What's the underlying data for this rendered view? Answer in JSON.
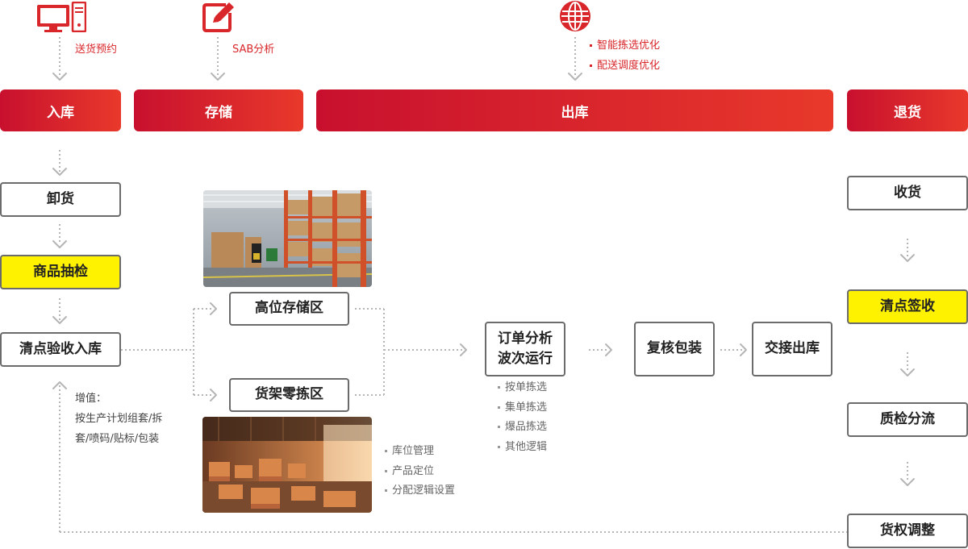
{
  "phases": {
    "inbound": "入库",
    "storage": "存储",
    "outbound": "出库",
    "returns": "退货"
  },
  "top_notes": {
    "inbound": "送货预约",
    "storage": "SAB分析",
    "outbound": [
      "智能拣选优化",
      "配送调度优化"
    ]
  },
  "inbound_steps": {
    "unload": "卸货",
    "inspect": "商品抽检",
    "receive": "清点验收入库"
  },
  "value_added": {
    "line1": "增值：",
    "line2": "按生产计划组套/拆",
    "line3": "套/喷码/贴标/包装"
  },
  "storage_areas": {
    "high_bay": "高位存储区",
    "shelf_pick": "货架零拣区"
  },
  "storage_notes": [
    "库位管理",
    "产品定位",
    "分配逻辑设置"
  ],
  "outbound_steps": {
    "order_line1": "订单分析",
    "order_line2": "波次运行",
    "review": "复核包装",
    "handover": "交接出库"
  },
  "picking_notes": [
    "按单拣选",
    "集单拣选",
    "爆品拣选",
    "其他逻辑"
  ],
  "return_steps": {
    "receive": "收货",
    "count": "清点签收",
    "qc": "质检分流",
    "adjust": "货权调整"
  },
  "colors": {
    "accent_red": "#d8262a",
    "highlight_yellow": "#fff200",
    "box_border": "#6b6b6b"
  },
  "icons": {
    "inbound": "computer-icon",
    "storage": "edit-icon",
    "outbound": "globe-icon"
  }
}
